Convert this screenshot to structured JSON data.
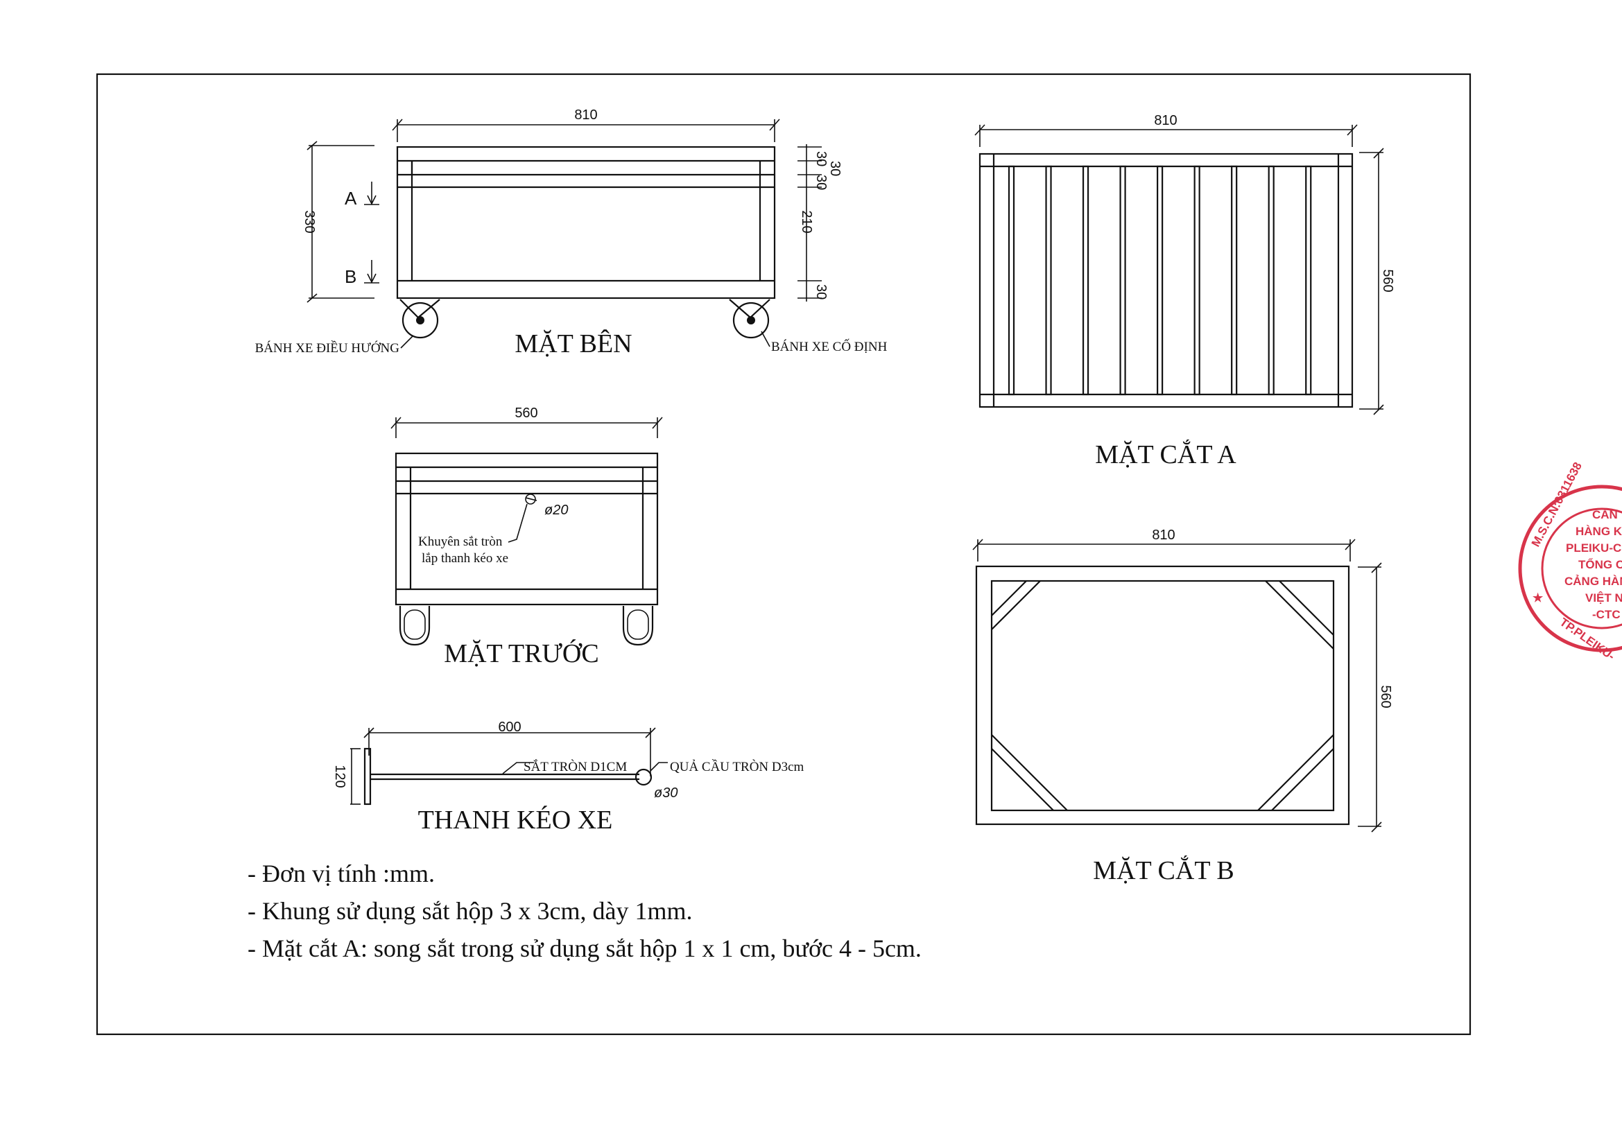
{
  "views": {
    "side": {
      "title": "MẶT BÊN",
      "dim_width": "810",
      "dim_height": "330",
      "dim_layer1": "30",
      "dim_layer2": "30",
      "dim_layer3": "30",
      "dim_middle": "210",
      "dim_bottom": "30",
      "section_a": "A",
      "section_b": "B",
      "wheel_left_label": "BÁNH XE ĐIỀU HƯỚNG",
      "wheel_right_label": "BÁNH XE CỐ ĐỊNH"
    },
    "front": {
      "title": "MẶT TRƯỚC",
      "dim_width": "560",
      "ring_diameter": "ø20",
      "ring_note_line1": "Khuyên sắt tròn",
      "ring_note_line2": "lắp thanh kéo xe"
    },
    "handle": {
      "title": "THANH KÉO XE",
      "dim_length": "600",
      "dim_height": "120",
      "rod_label": "SẮT TRÒN D1CM",
      "ball_label": "QUẢ CẦU TRÒN D3cm",
      "ball_diameter": "ø30"
    },
    "section_a": {
      "title": "MẶT CẮT A",
      "dim_width": "810",
      "dim_depth": "560"
    },
    "section_b": {
      "title": "MẶT CẮT B",
      "dim_width": "810",
      "dim_depth": "560"
    }
  },
  "notes": [
    "- Đơn vị tính :mm.",
    "- Khung sử dụng sắt hộp 3 x 3cm, dày 1mm.",
    "- Mặt cắt A: song sắt trong sử dụng sắt hộp 1 x 1 cm, bước 4 - 5cm."
  ],
  "stamp": {
    "ring_text": "M.S.C.N:0311638",
    "lines": [
      "CẢN",
      "HÀNG K",
      "PLEIKU-CH",
      "TỔNG CÔ",
      "CẢNG HÀN",
      "VIỆT N",
      "-CTC"
    ],
    "bottom_text": "TP.PLEIKU-"
  },
  "colors": {
    "ink": "#111111",
    "stamp": "#d8344a"
  }
}
